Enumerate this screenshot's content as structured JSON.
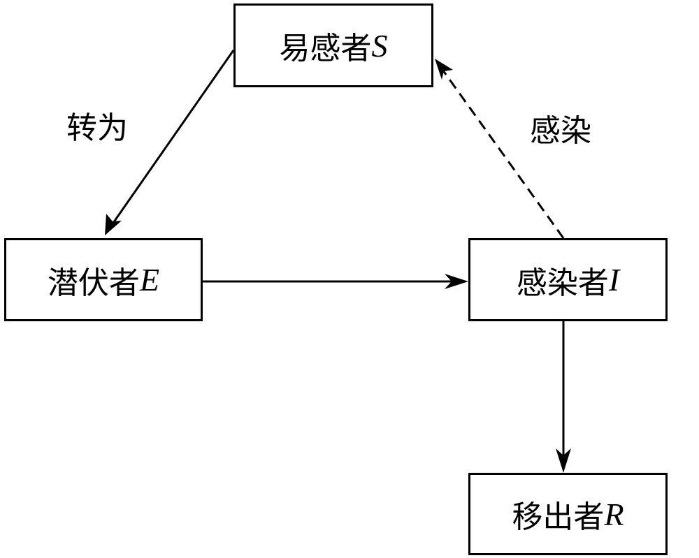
{
  "nodes": {
    "susceptible": {
      "text": "易感者",
      "symbol": "S"
    },
    "exposed": {
      "text": "潜伏者",
      "symbol": "E"
    },
    "infected": {
      "text": "感染者",
      "symbol": "I"
    },
    "removed": {
      "text": "移出者",
      "symbol": "R"
    }
  },
  "edges": {
    "susceptible_to_exposed": {
      "label": "转为",
      "style": "solid"
    },
    "infected_to_susceptible": {
      "label": "感染",
      "style": "dashed"
    },
    "exposed_to_infected": {
      "label": "",
      "style": "solid"
    },
    "infected_to_removed": {
      "label": "",
      "style": "solid"
    }
  },
  "colors": {
    "stroke": "#000000",
    "background": "#ffffff"
  }
}
